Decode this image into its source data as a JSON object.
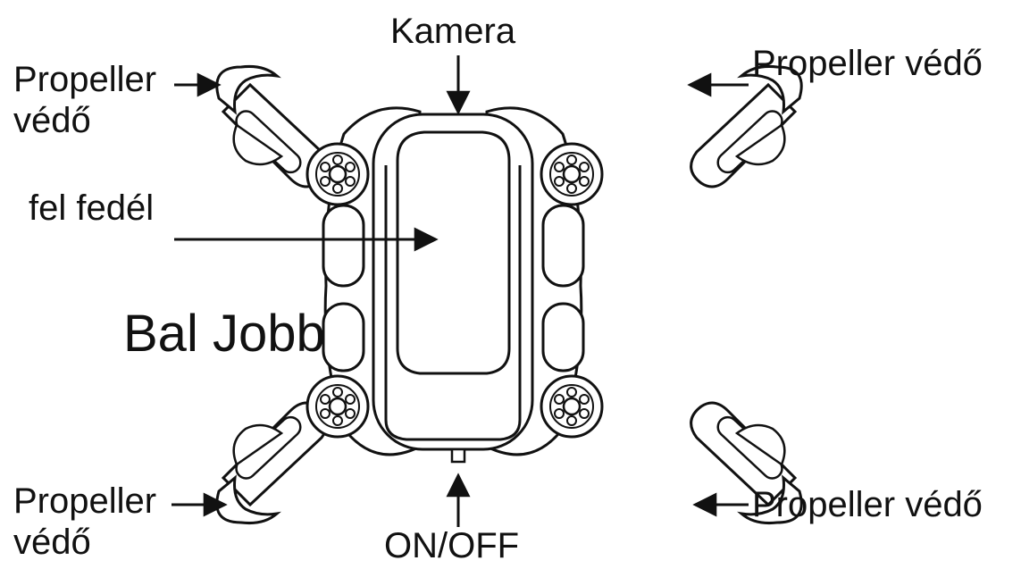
{
  "labels": {
    "camera": "Kamera",
    "top_cover": "fel fedél",
    "left_right": "Bal Jobb",
    "power": "ON/OFF",
    "guard_top_left": [
      "Propeller",
      "védő"
    ],
    "guard_top_right": "Propeller védő",
    "guard_bottom_left": [
      "Propeller",
      "védő"
    ],
    "guard_bottom_right": "Propeller védő"
  },
  "colors": {
    "line": "#111111",
    "fill": "#ffffff"
  }
}
